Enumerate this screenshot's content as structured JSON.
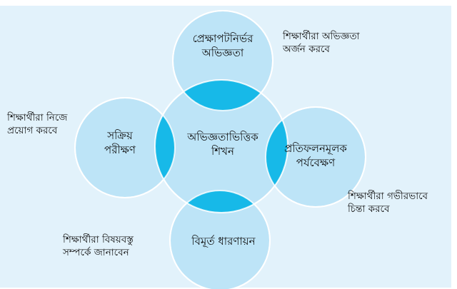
{
  "diagram": {
    "center": {
      "line1": "অভিজ্ঞতাভিত্তিক",
      "line2": "শিখন"
    },
    "top": {
      "line1": "প্রেক্ষাপটনির্ভর",
      "line2": "অভিজ্ঞতা"
    },
    "left": {
      "line1": "সক্রিয়",
      "line2": "পরীক্ষণ"
    },
    "right": {
      "line1": "প্রতিফলনমূলক",
      "line2": "পর্যবেক্ষণ"
    },
    "bottom": {
      "line1": "বিমূর্ত ধারণায়ন"
    }
  },
  "notes": {
    "top_right": {
      "line1": "শিক্ষার্থীরা অভিজ্ঞতা",
      "line2": "অর্জন করবে"
    },
    "left": {
      "line1": "শিক্ষার্থীরা নিজে",
      "line2": "প্রয়োগ করবে"
    },
    "right_bottom": {
      "line1": "শিক্ষার্থীরা গভীরভাবে",
      "line2": "চিন্তা করবে"
    },
    "bottom_left": {
      "line1": "শিক্ষার্থীরা বিষয়বস্তু",
      "line2": "সম্পর্কে জানাবেন"
    }
  },
  "colors": {
    "background": "#e2f2fb",
    "circle": "#bde4f7",
    "overlap": "#17b9e8",
    "outline": "#ffffff"
  }
}
